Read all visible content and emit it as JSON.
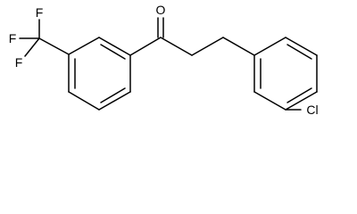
{
  "molecule": {
    "atom_labels": {
      "fluorine_left": "F",
      "fluorine_top": "F",
      "fluorine_bottom": "F",
      "oxygen": "O",
      "chlorine": "Cl"
    },
    "bond_color": "#000000",
    "label_color": "#000000",
    "background": "#ffffff"
  }
}
